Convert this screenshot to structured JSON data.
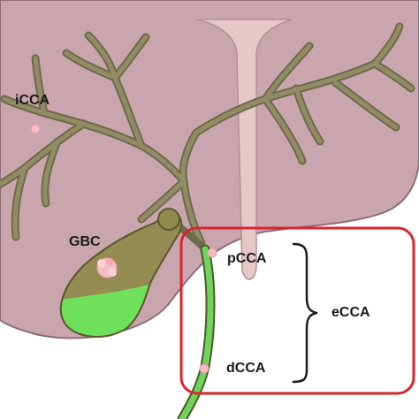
{
  "labels": {
    "icca": "iCCA",
    "gbc": "GBC",
    "pcca": "pCCA",
    "dcca": "dCCA",
    "ecca": "eCCA"
  },
  "colors": {
    "liver_fill": "#c9a6ae",
    "liver_stroke": "#8f6d77",
    "duct_stroke": "#6e6a4c",
    "duct_fill": "#918c64",
    "gallbladder_fill": "#8f8a4a",
    "gallbladder_bile": "#6fe05a",
    "common_duct_bile": "#6fd45a",
    "ligament_fill": "#e7c8c9",
    "tumor_fill": "#f6bcc4",
    "box_stroke": "#d9262e"
  }
}
